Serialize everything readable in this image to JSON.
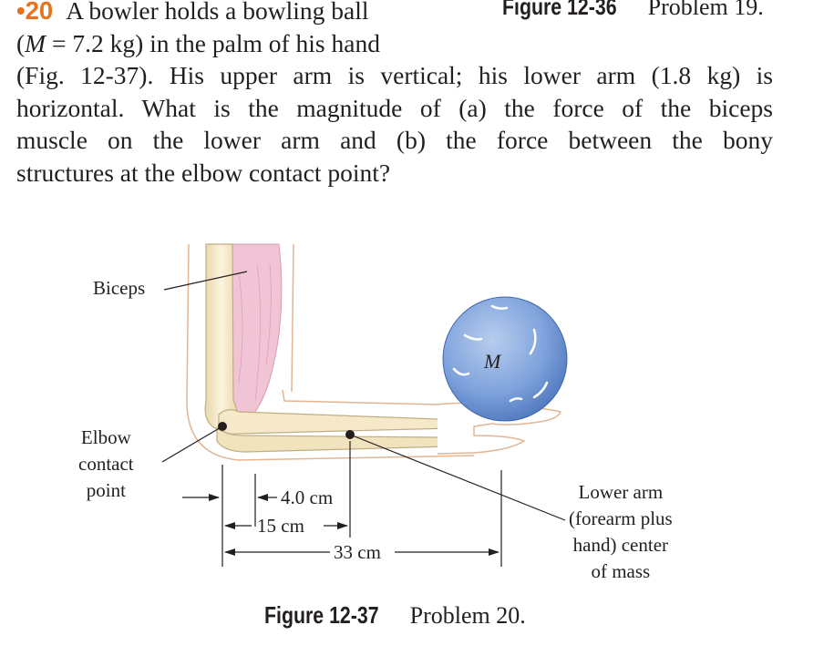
{
  "header": {
    "caption_label": "Figure 12-36",
    "caption_text": "Problem 19."
  },
  "problem": {
    "number": "•20",
    "line1": "A bowler holds a bowling ball",
    "line2_var": "M",
    "line2_rest": " = 7.2 kg) in the palm of his hand",
    "line3": "(Fig. 12-37). His upper arm is vertical; his lower arm (1.8 kg) is",
    "line4": "horizontal. What is the magnitude of (a) the force of the biceps",
    "line5": "muscle on the lower arm and (b) the force between the bony",
    "line6": "structures at the elbow contact point?"
  },
  "figure": {
    "labels": {
      "biceps": "Biceps",
      "elbow_contact": [
        "Elbow",
        "contact",
        "point"
      ],
      "lower_arm_com": [
        "Lower arm",
        "(forearm plus",
        "hand) center",
        "of mass"
      ],
      "ball_mass": "M"
    },
    "dimensions": {
      "d1": "4.0 cm",
      "d2": "15 cm",
      "d3": "33 cm"
    },
    "colors": {
      "bone": "#f3e6c4",
      "bone_outline": "#bfae84",
      "muscle": "#f0c4d4",
      "ball": "#7fa3dc",
      "skin_outline": "#e3b592",
      "dimension_line": "#231f20"
    },
    "caption_label": "Figure 12-37",
    "caption_text": "Problem 20."
  }
}
